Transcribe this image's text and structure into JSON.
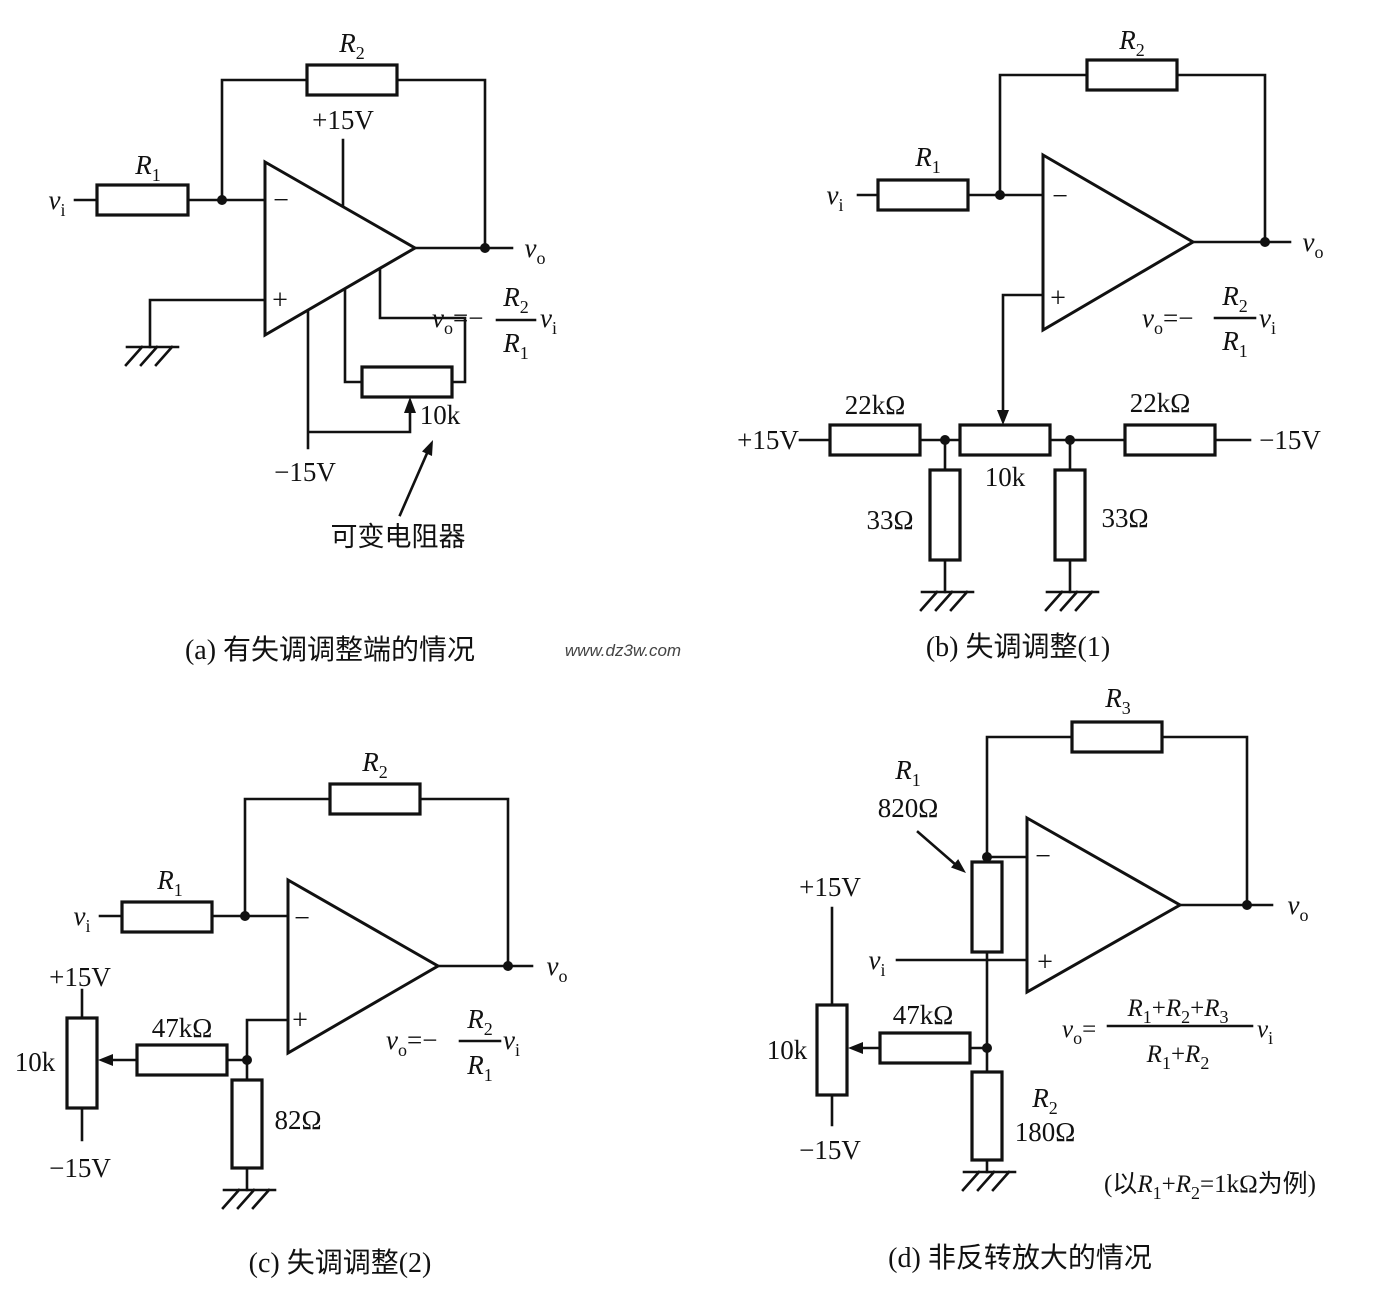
{
  "watermark": "www.dz3w.com",
  "circuit_a": {
    "caption": "(a) 有失调调整端的情况",
    "vi": {
      "base": "v",
      "sub": "i"
    },
    "vo": {
      "base": "v",
      "sub": "o"
    },
    "r1": {
      "base": "R",
      "sub": "1"
    },
    "r2": {
      "base": "R",
      "sub": "2"
    },
    "inv_sign": "−",
    "noninv_sign": "+",
    "supply_pos": "+15V",
    "supply_neg": "−15V",
    "pot_value": "10k",
    "pot_callout": "可变电阻器",
    "formula": {
      "lhs": {
        "base": "v",
        "sub": "o"
      },
      "eq": "=−",
      "num": {
        "base": "R",
        "sub": "2"
      },
      "den": {
        "base": "R",
        "sub": "1"
      },
      "rhs": {
        "base": "v",
        "sub": "i"
      }
    }
  },
  "circuit_b": {
    "caption": "(b) 失调调整(1)",
    "vi": {
      "base": "v",
      "sub": "i"
    },
    "vo": {
      "base": "v",
      "sub": "o"
    },
    "r1": {
      "base": "R",
      "sub": "1"
    },
    "r2": {
      "base": "R",
      "sub": "2"
    },
    "inv_sign": "−",
    "noninv_sign": "+",
    "supply_pos": "+15V",
    "supply_neg": "−15V",
    "r_pos_value": "22kΩ",
    "r_neg_value": "22kΩ",
    "shunt_pos_value": "33Ω",
    "shunt_neg_value": "33Ω",
    "pot_value": "10k",
    "formula": {
      "lhs": {
        "base": "v",
        "sub": "o"
      },
      "eq": "=−",
      "num": {
        "base": "R",
        "sub": "2"
      },
      "den": {
        "base": "R",
        "sub": "1"
      },
      "rhs": {
        "base": "v",
        "sub": "i"
      }
    }
  },
  "circuit_c": {
    "caption": "(c) 失调调整(2)",
    "vi": {
      "base": "v",
      "sub": "i"
    },
    "vo": {
      "base": "v",
      "sub": "o"
    },
    "r1": {
      "base": "R",
      "sub": "1"
    },
    "r2": {
      "base": "R",
      "sub": "2"
    },
    "inv_sign": "−",
    "noninv_sign": "+",
    "supply_pos": "+15V",
    "supply_neg": "−15V",
    "pot_value": "10k",
    "series_value": "47kΩ",
    "shunt_value": "82Ω",
    "formula": {
      "lhs": {
        "base": "v",
        "sub": "o"
      },
      "eq": "=−",
      "num": {
        "base": "R",
        "sub": "2"
      },
      "den": {
        "base": "R",
        "sub": "1"
      },
      "rhs": {
        "base": "v",
        "sub": "i"
      }
    }
  },
  "circuit_d": {
    "caption": "(d) 非反转放大的情况",
    "vi": {
      "base": "v",
      "sub": "i"
    },
    "vo": {
      "base": "v",
      "sub": "o"
    },
    "r1": {
      "base": "R",
      "sub": "1"
    },
    "r1_value": "820Ω",
    "r2": {
      "base": "R",
      "sub": "2"
    },
    "r2_value": "180Ω",
    "r3": {
      "base": "R",
      "sub": "3"
    },
    "inv_sign": "−",
    "noninv_sign": "+",
    "supply_pos": "+15V",
    "supply_neg": "−15V",
    "pot_value": "10k",
    "series_value": "47kΩ",
    "formula": {
      "lhs": {
        "base": "v",
        "sub": "o"
      },
      "eq": "=",
      "num": [
        "R",
        "1",
        "+",
        "R",
        "2",
        "+",
        "R",
        "3"
      ],
      "den": [
        "R",
        "1",
        "+",
        "R",
        "2"
      ],
      "rhs": {
        "base": "v",
        "sub": "i"
      }
    },
    "note": [
      "(以",
      "R",
      "1",
      "+",
      "R",
      "2",
      "=1kΩ为例)"
    ]
  }
}
